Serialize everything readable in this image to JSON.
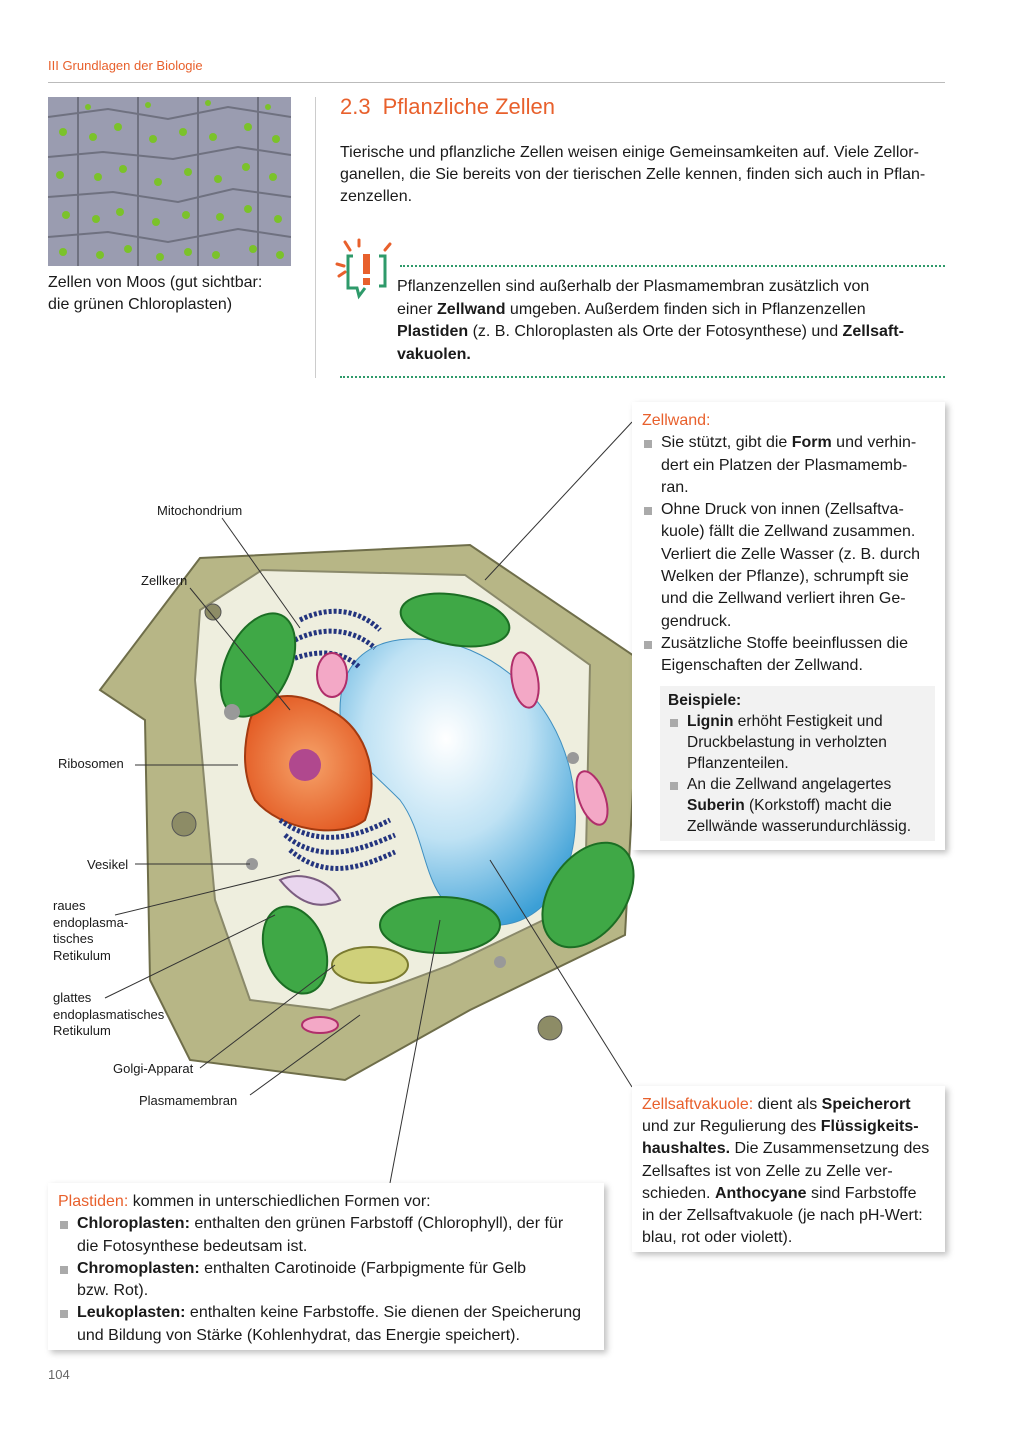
{
  "header": {
    "running_head": "III  Grundlagen der Biologie",
    "page_number": "104"
  },
  "photo": {
    "caption_lines": [
      "Zellen von Moos (gut sichtbar:",
      "die grünen Chloroplasten)"
    ]
  },
  "section": {
    "number": "2.3",
    "title": "Pflanzliche Zellen",
    "intro_lines": [
      "Tierische und pflanzliche Zellen weisen einige Gemeinsamkeiten auf. Viele Zellor-",
      "ganellen, die Sie bereits von der tierischen Zelle kennen, finden sich auch in Pflan-",
      "zenzellen."
    ]
  },
  "info_box": {
    "icon": "exclamation-speech-icon",
    "l1": "Pflanzenzellen sind außerhalb der Plasmamembran zusätzlich von",
    "l2a": "einer ",
    "l2b": "Zellwand",
    "l2c": " umgeben. Außerdem finden sich in Pflanzenzellen",
    "l3a": "Plastiden",
    "l3b": " (z. B. Chloroplasten als Orte der Fotosynthese) und ",
    "l3c": "Zellsaft-",
    "l4": "vakuolen."
  },
  "diagram_labels": {
    "mitochondrium": "Mitochondrium",
    "zellkern": "Zellkern",
    "ribosomen": "Ribosomen",
    "vesikel": "Vesikel",
    "raues_er": [
      "raues",
      "endoplasma-",
      "tisches",
      "Retikulum"
    ],
    "glattes_er": [
      "glattes",
      "endoplasmatisches",
      "Retikulum"
    ],
    "golgi": "Golgi-Apparat",
    "plasmamembran": "Plasmamembran"
  },
  "zellwand_box": {
    "title": "Zellwand:",
    "b1": {
      "a": "Sie stützt, gibt die ",
      "b": "Form",
      "c": " und verhin-",
      "l2": "dert ein Platzen der Plasmamemb-",
      "l3": "ran."
    },
    "b2": [
      "Ohne Druck von innen (Zellsaftva-",
      "kuole) fällt die Zellwand zusammen.",
      "Verliert die Zelle Wasser (z. B. durch",
      "Welken der Pflanze), schrumpft sie",
      "und die Zellwand verliert ihren Ge-",
      "gendruck."
    ],
    "b3": [
      "Zusätzliche Stoffe beeinflussen die",
      "Eigenschaften der Zellwand."
    ],
    "examples": {
      "title": "Beispiele:",
      "e1": {
        "b": "Lignin",
        "a": " erhöht Festigkeit und",
        "l2": "Druckbelastung in verholzten",
        "l3": "Pflanzenteilen."
      },
      "e2": {
        "l1": "An die Zellwand angelagertes",
        "b": "Suberin",
        "a": " (Korkstoff) macht die",
        "l3": "Zellwände wasserundurchlässig."
      }
    }
  },
  "vakuole_box": {
    "title": "Zellsaftvakuole:",
    "t1": " dient als ",
    "b1": "Speicherort",
    "l2a": "und zur Regulierung des ",
    "l2b": "Flüssigkeits-",
    "l3a": "haushaltes.",
    "l3b": " Die Zusammensetzung des",
    "l4": "Zellsaftes ist von Zelle zu Zelle ver-",
    "l5a": "schieden. ",
    "l5b": "Anthocyane",
    "l5c": " sind Farbstoffe",
    "l6": "in der Zellsaftvakuole (je nach pH-Wert:",
    "l7": "blau, rot oder violett)."
  },
  "plastiden_box": {
    "title": "Plastiden:",
    "t1": " kommen in unterschiedlichen Formen vor:",
    "c1": {
      "b": "Chloroplasten:",
      "a": " enthalten den grünen Farbstoff (Chlorophyll), der für",
      "l2": "die Fotosynthese bedeutsam ist."
    },
    "c2": {
      "b": "Chromoplasten:",
      "a": " enthalten Carotinoide (Farbpigmente für Gelb",
      "l2": "bzw. Rot)."
    },
    "c3": {
      "b": "Leukoplasten:",
      "a": " enthalten keine Farbstoffe. Sie dienen der Speicherung",
      "l2": "und Bildung von Stärke (Kohlenhydrat, das Energie speichert)."
    }
  },
  "colors": {
    "accent": "#e8602c",
    "green": "#2e9a6a"
  }
}
